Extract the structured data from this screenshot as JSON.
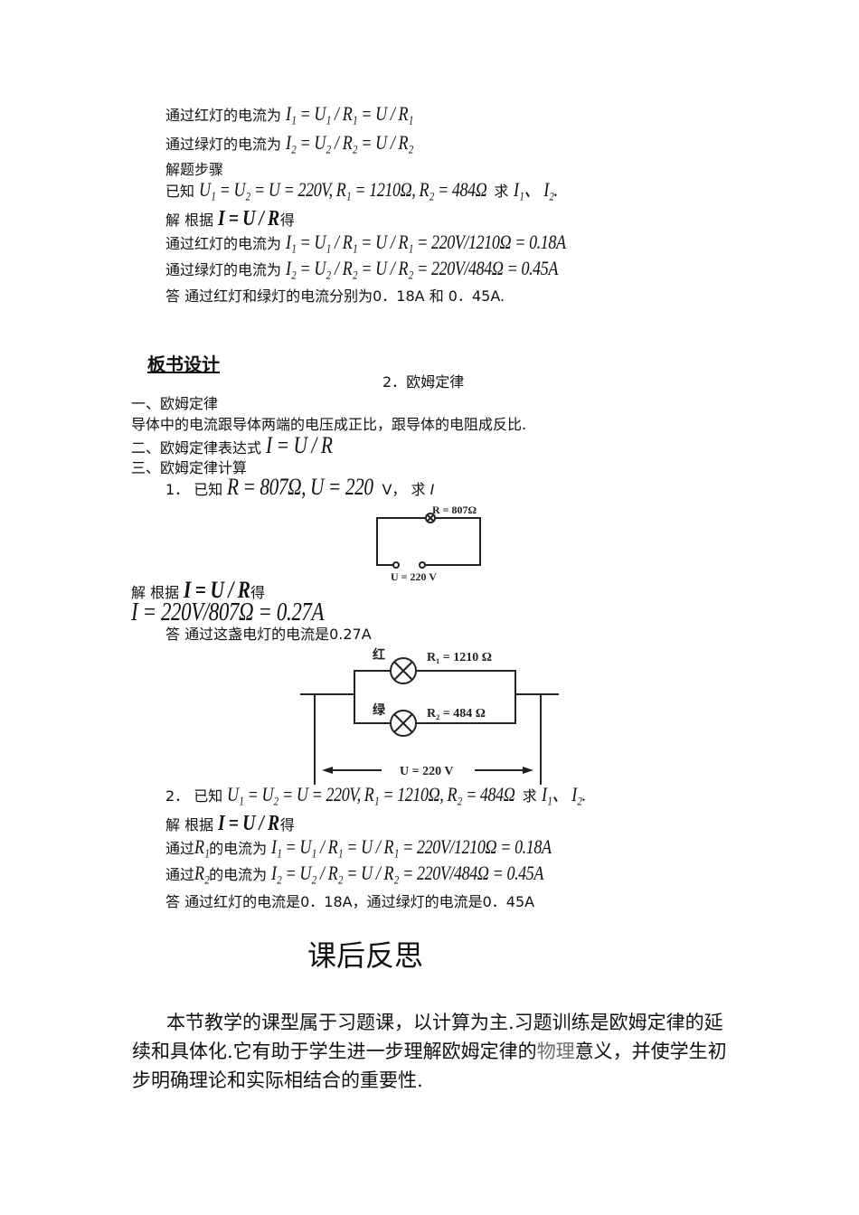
{
  "section1": {
    "red_current_label": "通过红灯的电流为",
    "red_current_formula": "I₁ = U₁ / R₁ = U / R₁",
    "green_current_label": "通过绿灯的电流为",
    "green_current_formula": "I₂ = U₂ / R₂ = U / R₂",
    "steps_label": "解题步骤",
    "known_prefix": "已知",
    "known_formula": "U₁ = U₂ = U = 220V, R₁ = 1210Ω, R₂ = 484Ω",
    "known_suffix": "求",
    "known_targets": "I₁、 I₂.",
    "solve_prefix": "解  根据",
    "solve_formula": "I = U / R",
    "solve_suffix": "得",
    "red_calc_label": "通过红灯的电流为",
    "red_calc_formula": "I₁ = U₁ / R₁ = U / R₁ = 220V/1210Ω = 0.18A",
    "green_calc_label": "通过绿灯的电流为",
    "green_calc_formula": "I₂ = U₂ / R₂ = U / R₂ = 220V/484Ω = 0.45A",
    "answer_prefix": "答  通过红灯和绿灯的电流分别为",
    "answer_value1": "0．18A",
    "answer_mid": "和",
    "answer_value2": "0．45A."
  },
  "board_design": {
    "heading": "板书设计",
    "subtitle_num": "2．",
    "subtitle": "欧姆定律",
    "item1": "一、欧姆定律",
    "item1_text": "导体中的电流跟导体两端的电压成正比，跟导体的电阻成反比.",
    "item2_prefix": "二、欧姆定律表达式",
    "item2_formula": "I = U / R",
    "item3": "三、欧姆定律计算",
    "problem1": {
      "num": "1．",
      "known_prefix": "已知",
      "known_formula": "R = 807Ω, U = 220",
      "known_unit": "V，",
      "ask": "求",
      "target": "I",
      "solve_prefix": "解  根据",
      "solve_formula": "I = U / R",
      "solve_suffix": "得",
      "result_formula": "I = 220V/807Ω = 0.27A",
      "answer_prefix": "答  通过这盏电灯的电流是",
      "answer_value": "0.27A"
    },
    "circuit1": {
      "resistor_label": "R = 807Ω",
      "voltage_label": "U = 220 V"
    },
    "circuit2": {
      "red_label": "红",
      "green_label": "绿",
      "r1_label": "R₁ = 1210 Ω",
      "r2_label": "R₂ = 484 Ω",
      "voltage_label": "U = 220 V"
    },
    "problem2": {
      "num": "2．",
      "known_prefix": "已知",
      "known_formula": "U₁ = U₂ = U = 220V, R₁ = 1210Ω, R₂ = 484Ω",
      "known_suffix": "求",
      "known_targets": "I₁、 I₂.",
      "solve_prefix": "解  根据",
      "solve_formula": "I = U / R",
      "solve_suffix": "得",
      "r1_prefix": "通过",
      "r1_var": "R₁",
      "r1_label": "的电流为",
      "r1_formula": "I₁ = U₁ / R₁ = U / R₁ = 220V/1210Ω = 0.18A",
      "r2_prefix": "通过",
      "r2_var": "R₂",
      "r2_label": "的电流为",
      "r2_formula": "I₂ = U₂ / R₂ = U / R₂ = 220V/484Ω = 0.45A",
      "answer_prefix": "答  通过红灯的电流是",
      "answer_value1": "0．18A",
      "answer_mid": "，通过绿灯的电流是",
      "answer_value2": "0．45A"
    }
  },
  "reflection": {
    "title": "课后反思",
    "para_part1": "本节教学的课型属于习题课，以计算为主.习题训练是欧姆定律的延续和具体化.它有助于学生进一步理解欧姆定律的",
    "para_highlight": "物理",
    "para_part2": "意义，并使学生初步明确理论和实际相结合的重要性.",
    "highlight_color": "#6d6d6d"
  }
}
